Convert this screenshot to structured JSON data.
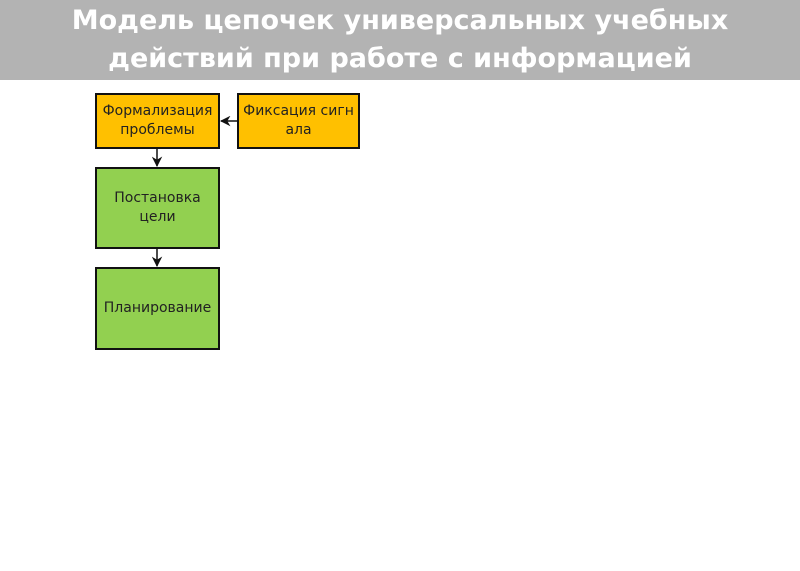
{
  "title": "Модель цепочек универсальных учебных действий при работе с информацией",
  "nodes": {
    "formalization": "Формализация проблемы",
    "fixation": "Фиксация сигнала",
    "goal": "Постановка цели",
    "planning": "Планирование"
  },
  "colors": {
    "title_bg": "#b3b3b3",
    "orange": "#ffc000",
    "green": "#92d050"
  }
}
